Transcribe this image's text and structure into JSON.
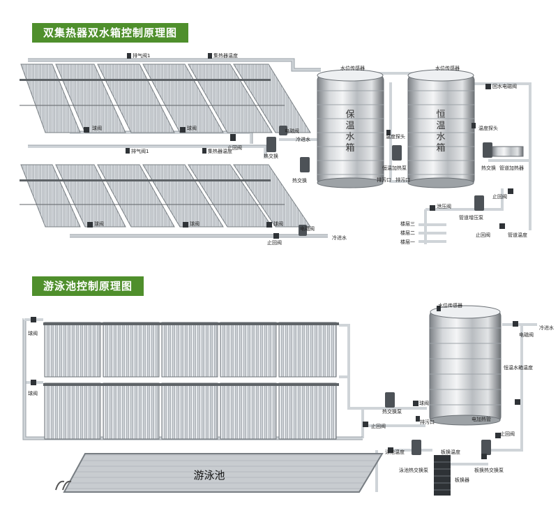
{
  "sections": {
    "top_title": "双集热器双水箱控制原理图",
    "bottom_title": "游泳池控制原理图"
  },
  "top": {
    "exhaust_valve_1a": "排气阀1",
    "collector_temp_1": "集热器温度",
    "ball_valve_1a": "球阀",
    "ball_valve_1b": "球阀",
    "exhaust_valve_1b": "排气阀1",
    "collector_temp_2": "集热器温度",
    "ball_valve_2a": "球阀",
    "ball_valve_2b": "球阀",
    "ball_valve_2c": "球阀",
    "check_valve_a": "止回阀",
    "check_valve_b": "止回阀",
    "solenoid_valve_a": "电磁阀",
    "solenoid_valve_b": "电磁阀",
    "cold_inlet_a": "冷进水",
    "cold_inlet_b": "冷进水",
    "heat_exchange_a": "热交换",
    "heat_exchange_b": "热交换",
    "tank1_level_sensor": "水位传感器",
    "tank1_label": "保温水箱",
    "temp_probe_1": "温度探头",
    "circ_heat_pump": "恒温加热泵",
    "drain_1": "排污口",
    "drain_2": "排污口",
    "tank2_level_sensor": "水位传感器",
    "tank2_label": "恒温水箱",
    "return_solenoid": "回水电磁阀",
    "temp_probe_2": "温度探头",
    "heat_exchange_c": "热交换",
    "pipe_heater": "管道加热器",
    "check_valve_c": "止回阀",
    "check_valve_d": "止回阀",
    "relief_valve": "泄压阀",
    "booster_pump": "管道增压泵",
    "pipe_temp": "管道温度",
    "floor_3": "楼层三",
    "floor_2": "楼层二",
    "floor_1": "楼层一"
  },
  "bottom": {
    "ball_valve_a": "球阀",
    "ball_valve_b": "球阀",
    "level_sensor": "水位传感器",
    "solenoid": "电磁阀",
    "cold_inlet": "冷进水",
    "tank_temp": "恒温水箱温度",
    "heat_exchange_pump": "热交换泵",
    "ball_valve_c": "球阀",
    "check_valve_a": "止回阀",
    "drain": "排污口",
    "electric_heater": "电加热管",
    "check_valve_b": "止回阀",
    "pool_temp": "泳池温度",
    "plate_temp": "板换温度",
    "pool_hx_pump": "泳池热交换泵",
    "plate_hx_pump": "板换热交换泵",
    "plate_hx": "板换器",
    "pool_label": "游泳池"
  }
}
